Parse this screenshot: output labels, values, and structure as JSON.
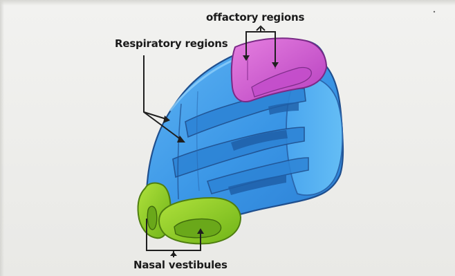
{
  "diagram": {
    "labels": {
      "olfactory": "offactory regions",
      "respiratory": "Respiratory regions",
      "vestibules": "Nasal vestibules"
    },
    "regions": [
      {
        "name": "olfactory",
        "color": "#d15bd3"
      },
      {
        "name": "respiratory",
        "color": "#3f9be8"
      },
      {
        "name": "vestibules",
        "color": "#8ccd22"
      }
    ],
    "colors": {
      "text": "#1b1b1b",
      "line": "#1f1f1f",
      "background": "#efefed",
      "outline": "#1f4f8e"
    }
  }
}
